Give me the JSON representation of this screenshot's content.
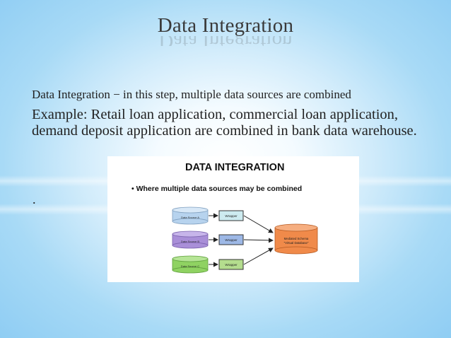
{
  "slide": {
    "title": "Data Integration",
    "definition": "Data Integration − in this step, multiple data sources are combined",
    "example": "Example: Retail loan application, commercial loan application, demand deposit application are combined in bank data warehouse.",
    "trailing_dot": "."
  },
  "figure": {
    "heading": "DATA INTEGRATION",
    "bullet": "• Where multiple data sources may be combined",
    "sources": [
      {
        "label": "Data Source A",
        "color": "#b7d3ee"
      },
      {
        "label": "Data Source B",
        "color": "#a98fd8"
      },
      {
        "label": "Data Source C",
        "color": "#8fd262"
      }
    ],
    "wrapper_label": "Wrapper",
    "wrapper_colors": [
      "#cdebf0",
      "#9db8e6",
      "#b4dd8e"
    ],
    "target": {
      "line1": "Mediated Schema",
      "line2": "\"Virtual Database\"",
      "color": "#f08a4a"
    }
  }
}
